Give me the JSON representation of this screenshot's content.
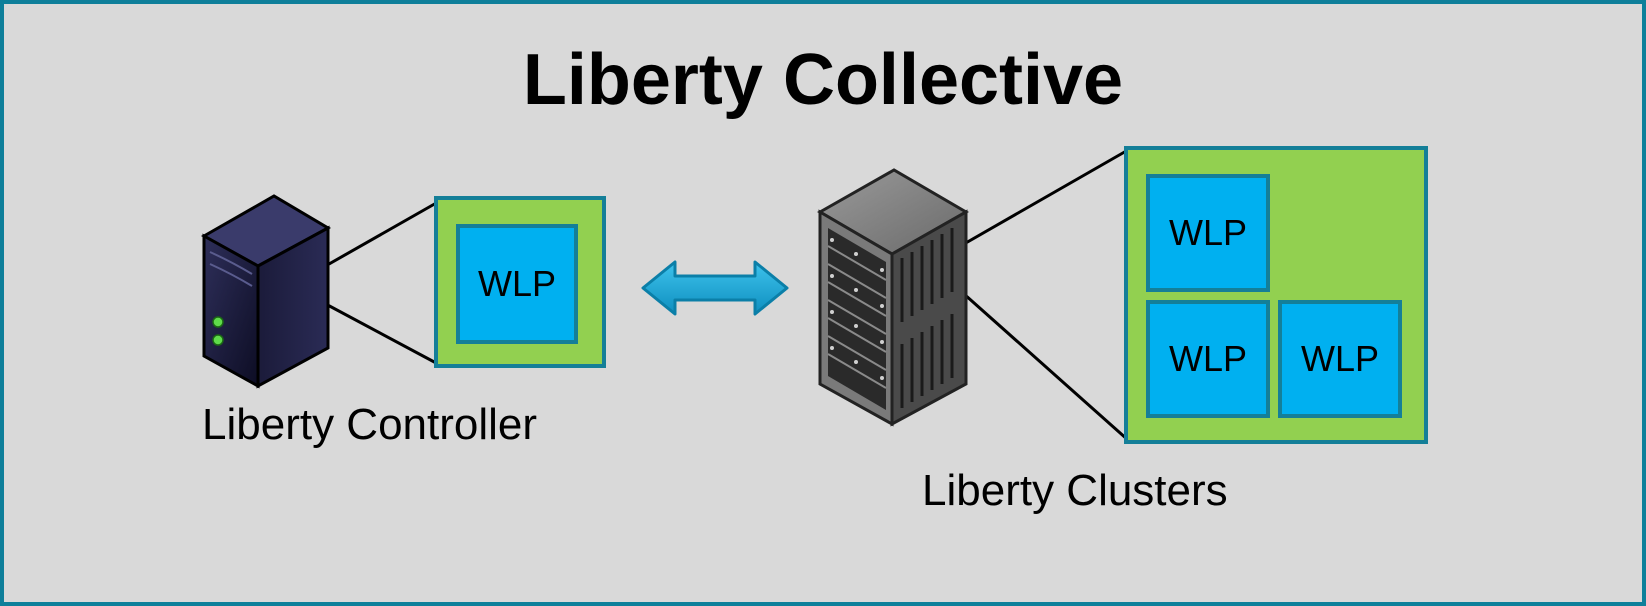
{
  "title": "Liberty Collective",
  "controller": {
    "label": "Liberty Controller",
    "server_icon": "tower-server-icon",
    "wlp": [
      "WLP"
    ]
  },
  "clusters": {
    "label": "Liberty Clusters",
    "server_icon": "rack-server-icon",
    "wlp": [
      "WLP",
      "WLP",
      "WLP"
    ]
  },
  "connector": "double-arrow-icon",
  "colors": {
    "background": "#d9d9d9",
    "frame": "#0e7f9a",
    "container_green": "#92d050",
    "wlp_blue": "#00b0f0",
    "box_border": "#147f98",
    "arrow": "#1aa7d6"
  }
}
